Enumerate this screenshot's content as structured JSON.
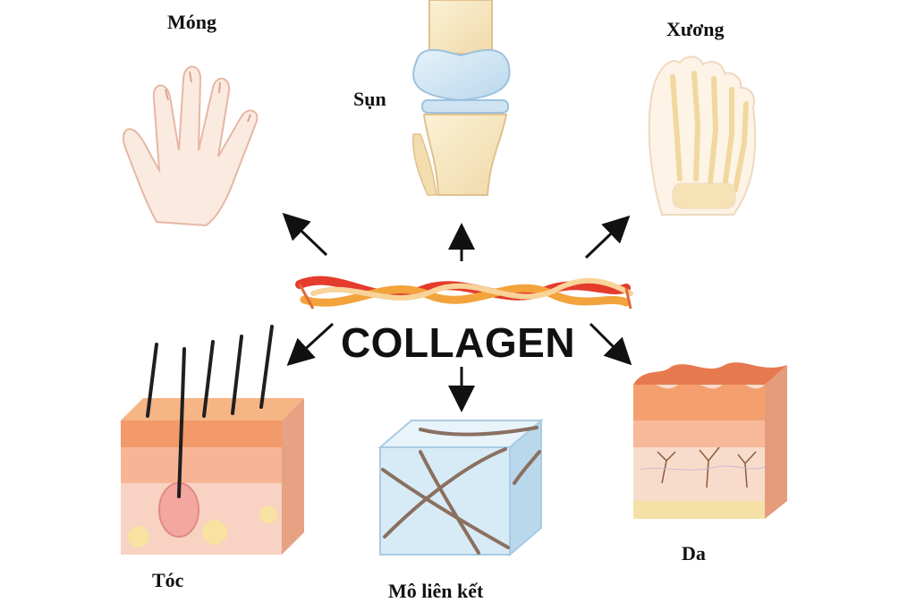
{
  "center": {
    "title": "COLLAGEN"
  },
  "nodes": {
    "nails": "Móng",
    "cartilage": "Sụn",
    "bone": "Xương",
    "hair": "Tóc",
    "connective_tissue": "Mô liên kết",
    "skin": "Da"
  },
  "colors": {
    "arrow": "#111111",
    "fiber_red": "#e43b2c",
    "fiber_orange": "#f3a33c",
    "fiber_light": "#f8d39a",
    "skin_top": "#f29a6a",
    "skin_mid": "#f7c2a8",
    "bone_fill": "#f6e7c2",
    "cartilage_blue": "#cfe4f2",
    "tissue_blue": "#cfe6f2"
  }
}
